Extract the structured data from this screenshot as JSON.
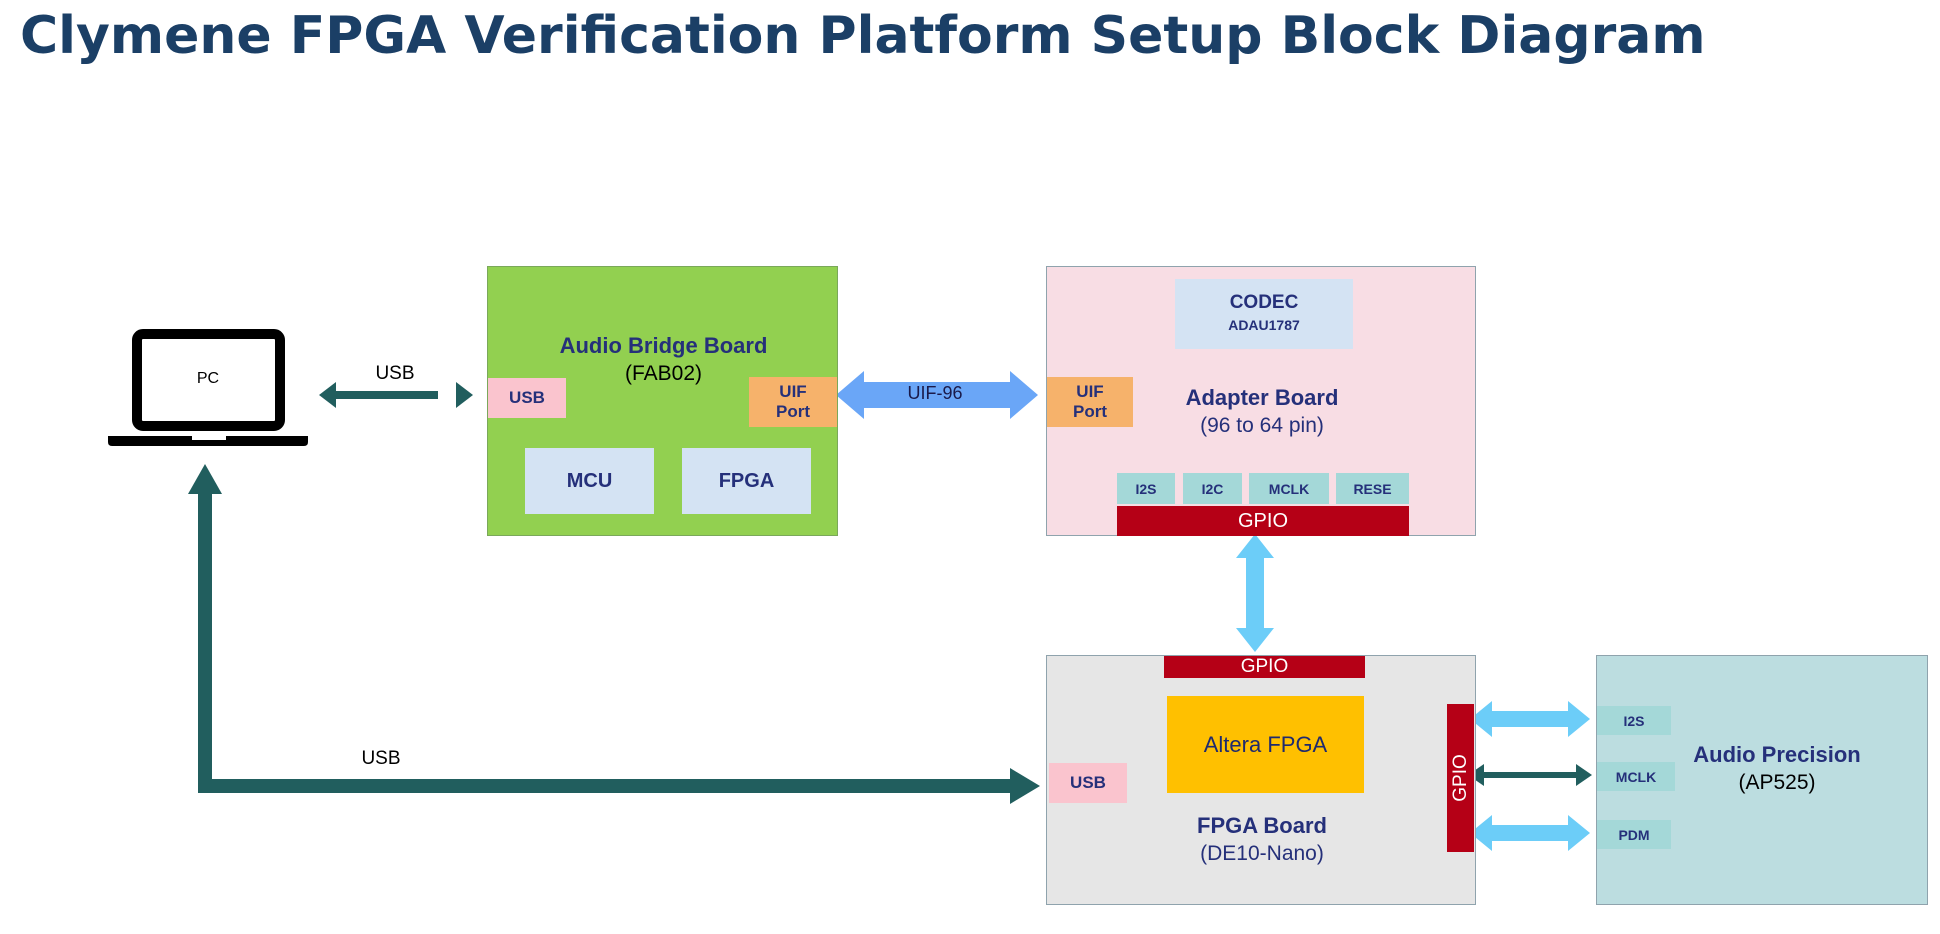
{
  "title": "Clymene FPGA Verification Platform Setup Block Diagram",
  "pc": {
    "label": "PC"
  },
  "links": {
    "pc_bridge_usb": "USB",
    "uif": "UIF-96",
    "pc_fpga_usb": "USB"
  },
  "bridge_board": {
    "title": "Audio Bridge Board",
    "subtitle": "(FAB02)",
    "usb": "USB",
    "uif_port": [
      "UIF",
      "Port"
    ],
    "mcu": "MCU",
    "fpga": "FPGA"
  },
  "adapter_board": {
    "codec": "CODEC",
    "codec_part": "ADAU1787",
    "title": "Adapter Board",
    "subtitle": "(96 to 64 pin)",
    "uif_port": [
      "UIF",
      "Port"
    ],
    "signals": [
      "I2S",
      "I2C",
      "MCLK",
      "RESE"
    ],
    "gpio": "GPIO"
  },
  "fpga_board": {
    "gpio_top": "GPIO",
    "chip": "Altera FPGA",
    "usb": "USB",
    "title": "FPGA Board",
    "subtitle": "(DE10-Nano)",
    "gpio_side": "GPIO"
  },
  "audio_precision": {
    "title": "Audio Precision",
    "subtitle": "(AP525)",
    "signals": [
      "I2S",
      "MCLK",
      "PDM"
    ]
  },
  "colors": {
    "title": "#1b3f66",
    "bridge_bg": "#92d050",
    "adapter_bg": "#f8dde4",
    "fpga_bg": "#e6e6e6",
    "ap_bg": "#bcdde0",
    "gpio": "#b50016",
    "usb_chip": "#fac4ce",
    "uif_chip": "#f6b26b",
    "signal_chip": "#a4d8d8",
    "inner_block": "#d4e3f3",
    "altera": "#ffc000",
    "usb_arrow": "#215e5e",
    "uif_arrow": "#6aa6f7",
    "gpio_arrow": "#6ccdf8"
  }
}
